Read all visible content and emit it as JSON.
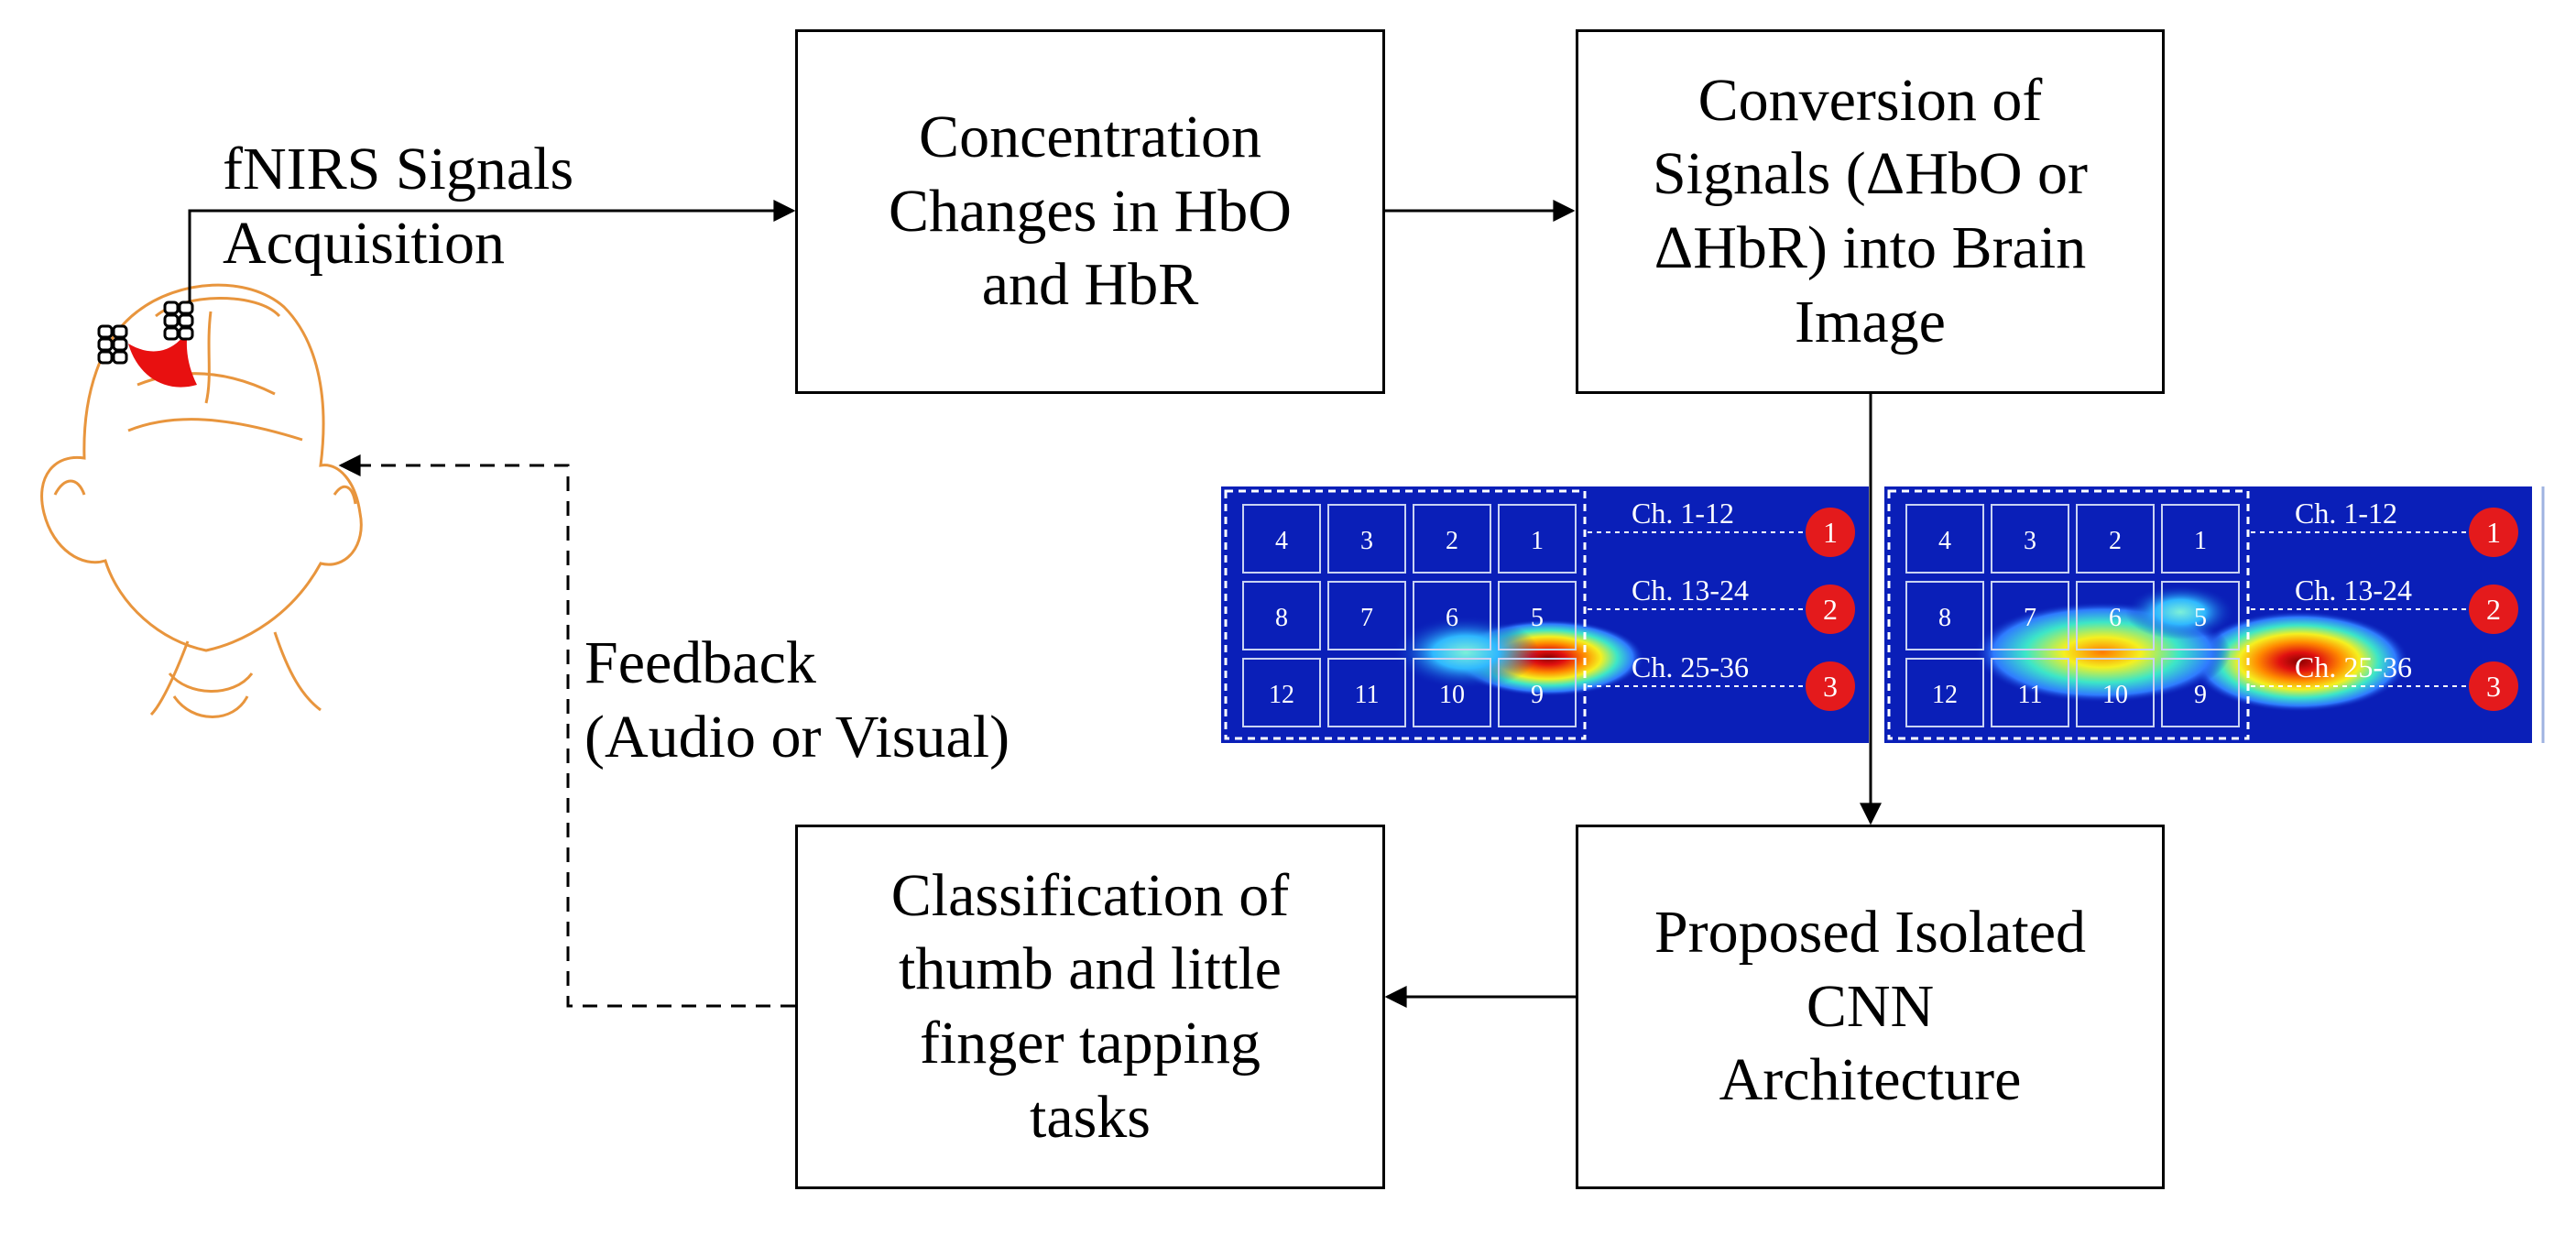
{
  "colors": {
    "line": "#000000",
    "head_outline": "#E8953D",
    "activation": "#E81010",
    "map_background": "#0A1FB8",
    "badge": "#E41A1C"
  },
  "labels": {
    "acquisition": "fNIRS Signals\nAcquisition",
    "feedback": "Feedback\n(Audio or Visual)"
  },
  "boxes": {
    "concentration": "Concentration\nChanges in HbO\nand HbR",
    "conversion": "Conversion of\nSignals (ΔHbO or\nΔHbR) into Brain\nImage",
    "cnn": "Proposed Isolated\nCNN\nArchitecture",
    "classification": "Classification of\nthumb and little\nfinger tapping\ntasks"
  },
  "head_icon": "head-with-optodes",
  "brain_maps": {
    "grid_numbers": [
      [
        "4",
        "3",
        "2",
        "1"
      ],
      [
        "8",
        "7",
        "6",
        "5"
      ],
      [
        "12",
        "11",
        "10",
        "9"
      ]
    ],
    "channel_labels": [
      "Ch. 1-12",
      "Ch. 13-24",
      "Ch. 25-36"
    ],
    "badges": [
      "1",
      "2",
      "3"
    ]
  }
}
